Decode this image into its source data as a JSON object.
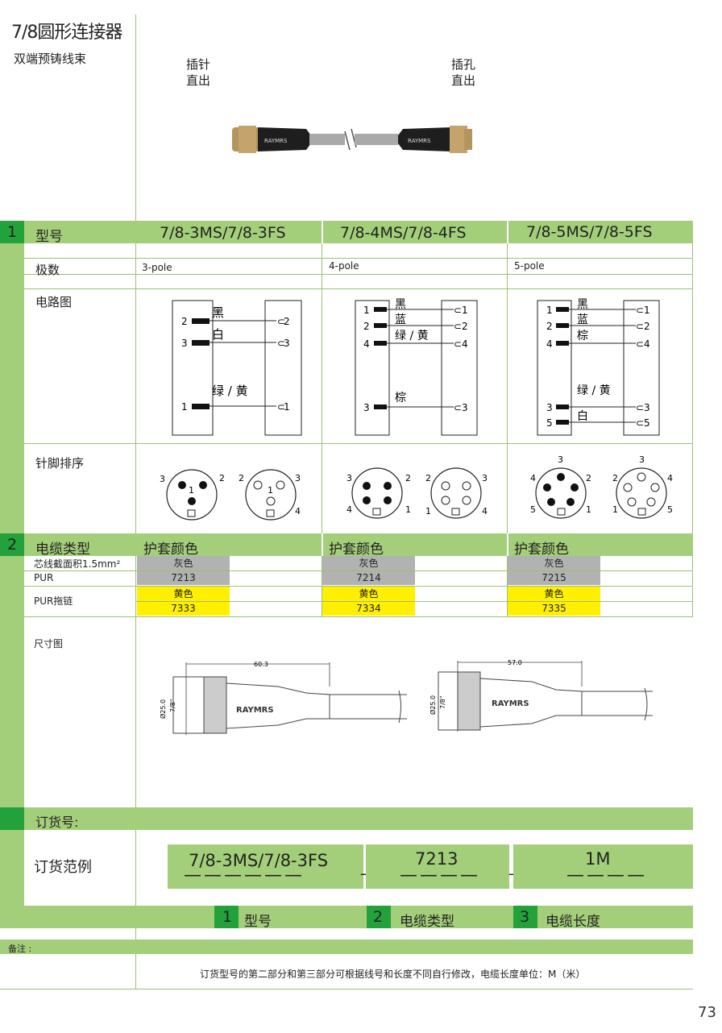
{
  "page_title": "7/8圆形连接器",
  "page_subtitle": "双端预铸线束",
  "product": {
    "left_label_1": "插针",
    "left_label_2": "直出",
    "right_label_1": "插孔",
    "right_label_2": "直出",
    "brand": "RAYMRS"
  },
  "section1": {
    "num": "1",
    "title": "型号",
    "models": [
      "7/8-3MS/7/8-3FS",
      "7/8-4MS/7/8-4FS",
      "7/8-5MS/7/8-5FS"
    ],
    "poles_label": "极数",
    "poles": [
      "3-pole",
      "4-pole",
      "5-pole"
    ],
    "circuit_label": "电路图",
    "pin_label": "针脚排序"
  },
  "circuits": {
    "c3": {
      "w1": "黑",
      "w2": "白",
      "w3": "绿 / 黄",
      "p2": "2",
      "p3": "3",
      "p1": "1"
    },
    "c4": {
      "w1": "黑",
      "w2": "蓝",
      "w3": "绿 / 黄",
      "w4": "棕",
      "p1": "1",
      "p2": "2",
      "p4": "4",
      "p3": "3"
    },
    "c5": {
      "w1": "黑",
      "w2": "蓝",
      "w3": "棕",
      "w4": "绿 / 黄",
      "w5": "白",
      "p1": "1",
      "p2": "2",
      "p4": "4",
      "p3": "3",
      "p5": "5"
    }
  },
  "pins": {
    "n1": "1",
    "n2": "2",
    "n3": "3",
    "n4": "4",
    "n5": "5"
  },
  "section2": {
    "num": "2",
    "title": "电缆类型",
    "jacket_label": "护套颜色",
    "core_label": "芯线截面积1.5mm²",
    "pur_label": "PUR",
    "pur_drag_label": "PUR拖链",
    "gray": "灰色",
    "yellow": "黄色",
    "codes_pur": [
      "7213",
      "7214",
      "7215"
    ],
    "codes_drag": [
      "7333",
      "7334",
      "7335"
    ]
  },
  "dimension": {
    "label": "尺寸图",
    "len1": "60.3",
    "len2": "57.0",
    "dia": "Ø25.0",
    "thread": "7/8\"",
    "brand": "RAYMRS"
  },
  "order": {
    "title": "订货号:",
    "example_label": "订货范例",
    "part1": "7/8-3MS/7/8-3FS",
    "part2": "7213",
    "part3": "1M",
    "sep": "_",
    "legend": [
      {
        "num": "1",
        "text": "型号"
      },
      {
        "num": "2",
        "text": "电缆类型"
      },
      {
        "num": "3",
        "text": "电缆长度"
      }
    ]
  },
  "notes": {
    "label": "备注 :",
    "text": "订货型号的第二部分和第三部分可根据线号和长度不同自行修改，电缆长度单位：M（米）"
  },
  "page_number": "73"
}
